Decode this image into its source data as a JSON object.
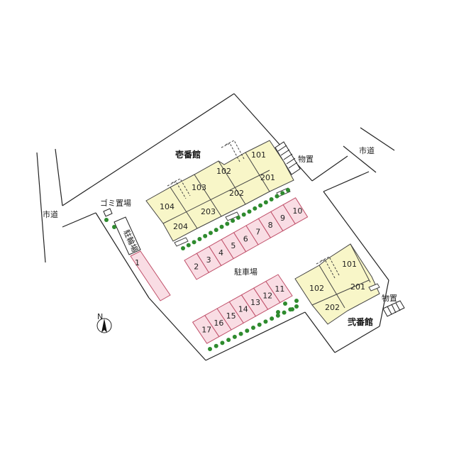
{
  "labels": {
    "building1": "壱番館",
    "building2": "弐番館",
    "parking": "駐車場",
    "garbage": "ゴミ置場",
    "bicycle": "駐輪場",
    "storage1": "物置",
    "storage2": "物置",
    "street_left": "市道",
    "street_right": "市道",
    "north": "N"
  },
  "building1_units": [
    "101",
    "102",
    "103",
    "104",
    "201",
    "202",
    "203",
    "204"
  ],
  "building2_units": [
    "101",
    "102",
    "201",
    "202"
  ],
  "parking_stalls": [
    "1",
    "2",
    "3",
    "4",
    "5",
    "6",
    "7",
    "8",
    "9",
    "10",
    "11",
    "12",
    "13",
    "14",
    "15",
    "16",
    "17"
  ],
  "colors": {
    "building": "#f8f6c8",
    "stall": "#f9dde4",
    "stall_border": "#c0506a",
    "tree": "#2e8b2e",
    "line": "#222222"
  }
}
